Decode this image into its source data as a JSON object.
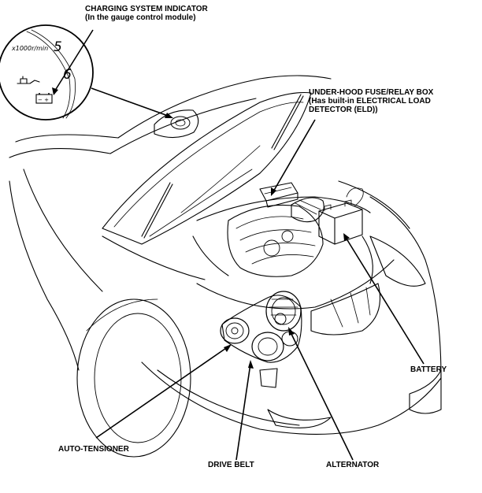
{
  "labels": {
    "charging_indicator": {
      "line1": "CHARGING SYSTEM INDICATOR",
      "line2": "(In the gauge control module)"
    },
    "fuse_box": {
      "line1": "UNDER-HOOD FUSE/RELAY BOX",
      "line2": "(Has built-in ELECTRICAL LOAD",
      "line3": "DETECTOR (ELD))"
    },
    "battery": "BATTERY",
    "auto_tensioner": "AUTO-TENSIONER",
    "drive_belt": "DRIVE BELT",
    "alternator": "ALTERNATOR"
  },
  "gauge": {
    "unit_text": "x1000r/min",
    "numbers": [
      "5",
      "6"
    ]
  }
}
